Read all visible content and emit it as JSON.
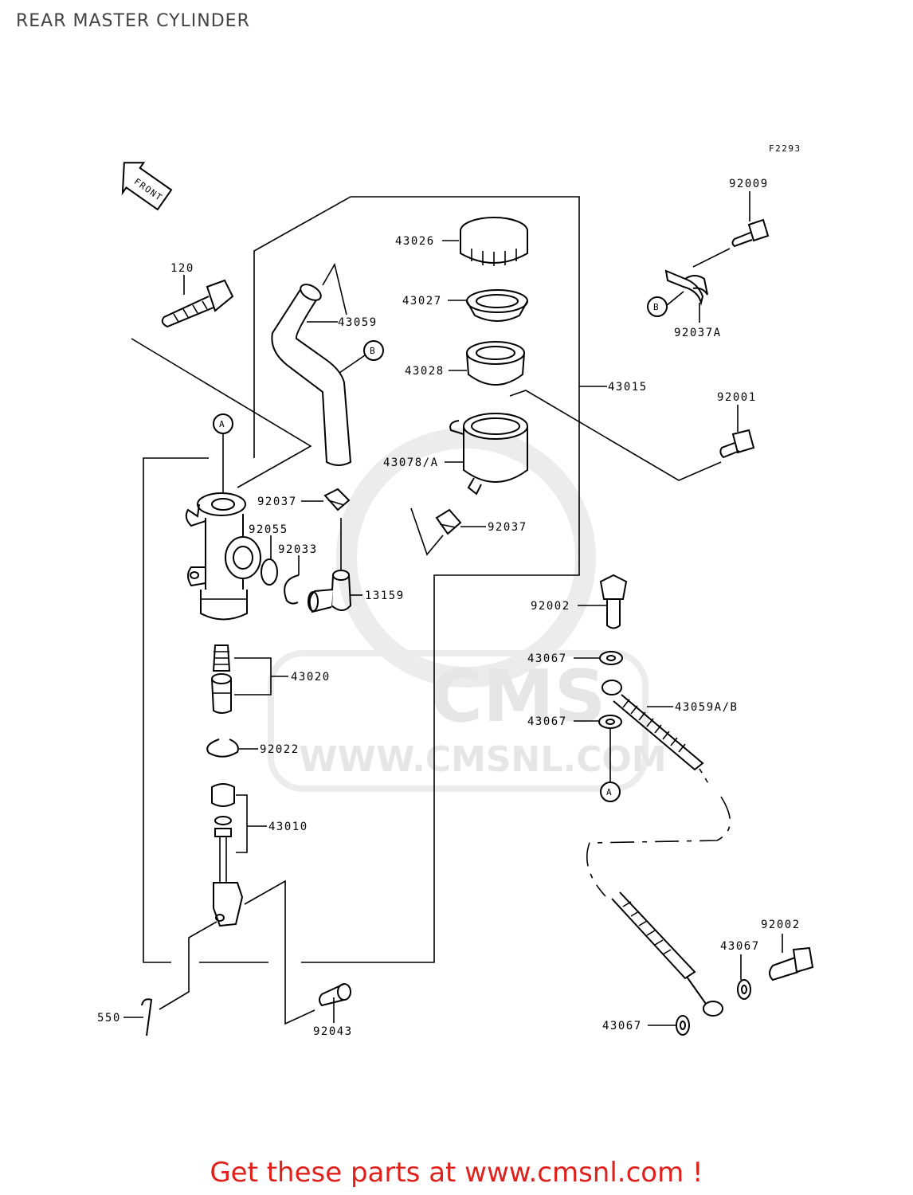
{
  "title": "REAR MASTER CYLINDER",
  "figure_id": "F2293",
  "front_label": "FRONT",
  "watermark": {
    "brand": "CMS",
    "url": "WWW.CMSNL.COM"
  },
  "parts": {
    "p92009": "92009",
    "p43026": "43026",
    "p43027": "43027",
    "p120": "120",
    "p43059": "43059",
    "p92037A": "92037A",
    "p43028": "43028",
    "p43015": "43015",
    "p92001": "92001",
    "p43078A": "43078/A",
    "p92037a": "92037",
    "p92037b": "92037",
    "p92055": "92055",
    "p92033": "92033",
    "p13159": "13159",
    "p92002a": "92002",
    "p43067a": "43067",
    "p43020": "43020",
    "p43059AB": "43059A/B",
    "p43067b": "43067",
    "p92022": "92022",
    "p43010": "43010",
    "p92002b": "92002",
    "p43067c": "43067",
    "p550": "550",
    "p43067d": "43067",
    "p92043": "92043"
  },
  "callouts": {
    "a": "A",
    "b": "B"
  },
  "footer": "Get these parts at www.cmsnl.com !"
}
